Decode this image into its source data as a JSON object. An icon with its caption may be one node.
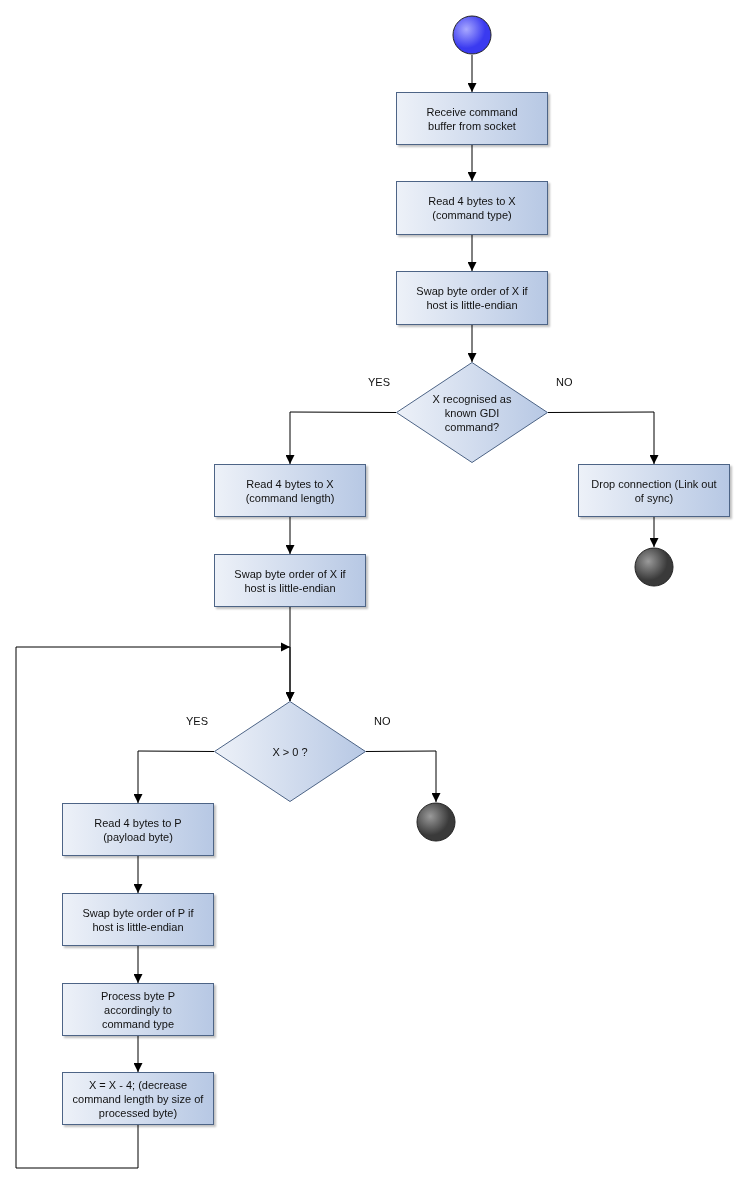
{
  "diagram": {
    "nodes": [
      {
        "text": [],
        "shape": "circle"
      },
      {
        "text": [
          "Receive command buffer from socket"
        ]
      },
      {
        "text": [
          "Read 4 bytes to X (command type)"
        ]
      },
      {
        "text": [
          "Swap byte order of X if host is little-endian"
        ]
      },
      {
        "text": [
          "X recognised as known GDI command?"
        ]
      },
      {
        "text": [
          "Read 4 bytes to X (command length)"
        ]
      },
      {
        "text": [
          "Drop connection (Link out of sync)"
        ]
      },
      {
        "text": [],
        "shape": "circle"
      },
      {
        "text": [
          "Swap byte order of X if host is little-endian"
        ]
      },
      {
        "text": [
          "X > 0 ?"
        ]
      },
      {
        "text": [],
        "shape": "circle"
      },
      {
        "text": [
          "Read 4 bytes to P (payload byte)"
        ]
      },
      {
        "text": [
          "Swap byte order of P if host is little-endian"
        ]
      },
      {
        "text": [
          "Process byte P accordingly to command type"
        ]
      },
      {
        "text": [
          "X = X - 4; (decrease command length by size of processed byte)"
        ]
      }
    ],
    "edges": [
      {
        "from": 0,
        "to": 1,
        "arrow": "to"
      },
      {
        "from": 1,
        "to": 2,
        "arrow": "to"
      },
      {
        "from": 2,
        "to": 3,
        "arrow": "to"
      },
      {
        "from": 3,
        "to": 4,
        "arrow": "to"
      },
      {
        "from": 4,
        "to": 5,
        "arrow": "to",
        "label": "YES"
      },
      {
        "from": 4,
        "to": 6,
        "arrow": "to",
        "label": "NO"
      },
      {
        "from": 6,
        "to": 7,
        "arrow": "to"
      },
      {
        "from": 5,
        "to": 8,
        "arrow": "to"
      },
      {
        "from": 8,
        "to": 9,
        "arrow": "to"
      },
      {
        "from": 9,
        "to": 11,
        "arrow": "to",
        "label": "YES"
      },
      {
        "from": 9,
        "to": 10,
        "arrow": "to",
        "label": "NO"
      },
      {
        "from": 11,
        "to": 12,
        "arrow": "to"
      },
      {
        "from": 12,
        "to": 13,
        "arrow": "to"
      },
      {
        "from": 13,
        "to": 14,
        "arrow": "to"
      },
      {
        "from": 14,
        "to": 9,
        "arrow": "to"
      }
    ]
  }
}
